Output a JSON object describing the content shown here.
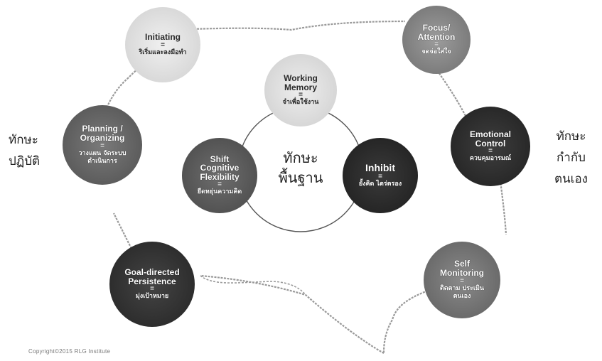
{
  "nodes": {
    "initiating": {
      "title": "Initiating",
      "eq": "=",
      "sub": "ริเริ่มและลงมือทำ"
    },
    "focus": {
      "title": "Focus/ Attention",
      "eq": "=",
      "sub": "จดจ่อใส่ใจ"
    },
    "working_memory": {
      "title": "Working Memory",
      "eq": "=",
      "sub": "จำเพื่อใช้งาน"
    },
    "planning": {
      "title": "Planning / Organizing",
      "eq": "=",
      "sub": "วางแผน จัดระบบ ดำเนินการ"
    },
    "emotional": {
      "title": "Emotional Control",
      "eq": "=",
      "sub": "ควบคุมอารมณ์"
    },
    "shift": {
      "title": "Shift Cognitive Flexibility",
      "eq": "=",
      "sub": "ยืดหยุ่นความคิด"
    },
    "inhibit": {
      "title": "Inhibit",
      "eq": "=",
      "sub": "ยั้งคิด ไตร่ตรอง"
    },
    "goal": {
      "title": "Goal-directed Persistence",
      "eq": "=",
      "sub": "มุ่งเป้าหมาย"
    },
    "self_monitoring": {
      "title": "Self Monitoring",
      "eq": "=",
      "sub": "ติดตาม ประเมินตนเอง"
    }
  },
  "labels": {
    "left_line1": "ทักษะ",
    "left_line2": "ปฏิบัติ",
    "right_line1": "ทักษะ",
    "right_line2": "กำกับ",
    "right_line3": "ตนเอง",
    "center_line1": "ทักษะ",
    "center_line2": "พื้นฐาน"
  },
  "copyright": "Copyright©2015 RLG Institute",
  "colors": {
    "light_node": "#dcdcdc",
    "mid_node": "#8f8f8f",
    "dark_node": "#3e3e3e",
    "outline": "#999999"
  }
}
